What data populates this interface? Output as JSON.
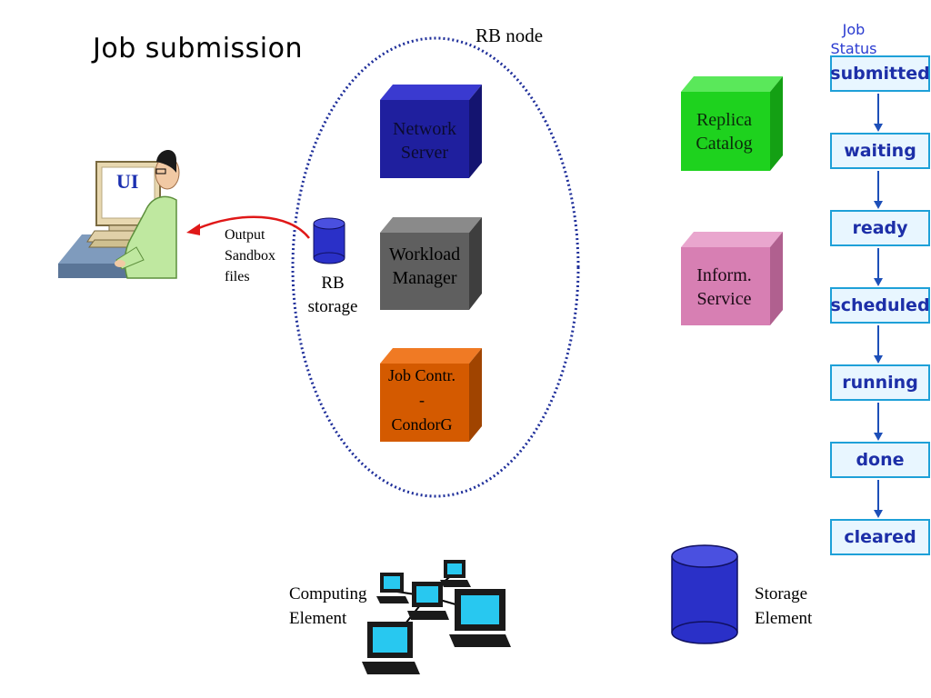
{
  "title": "Job submission",
  "rb_node": {
    "label": "RB node",
    "network_server": [
      "Network",
      "Server"
    ],
    "workload_manager": [
      "Workload",
      "Manager"
    ],
    "job_controller": [
      "Job Contr.",
      "-",
      "CondorG"
    ],
    "storage": [
      "RB",
      "storage"
    ]
  },
  "ui": {
    "label": "UI"
  },
  "output_sandbox": [
    "Output",
    "Sandbox",
    "files"
  ],
  "replica_catalog": [
    "Replica",
    "Catalog"
  ],
  "information_service": [
    "Inform.",
    "Service"
  ],
  "computing_element": [
    "Computing",
    "Element"
  ],
  "storage_element": [
    "Storage",
    "Element"
  ],
  "job_status": {
    "title": [
      "Job",
      "Status"
    ],
    "states": [
      "submitted",
      "waiting",
      "ready",
      "scheduled",
      "running",
      "done",
      "cleared"
    ]
  },
  "colors": {
    "network_server": "#1f1f9e",
    "workload_manager": "#5f5f5f",
    "job_controller": "#d45a00",
    "replica_catalog": "#1ed21e",
    "information_service": "#d77fb3",
    "storage": "#2a30c8",
    "arrow": "#e01818",
    "status_border": "#1ea0d8",
    "status_text": "#1d2fa8"
  }
}
